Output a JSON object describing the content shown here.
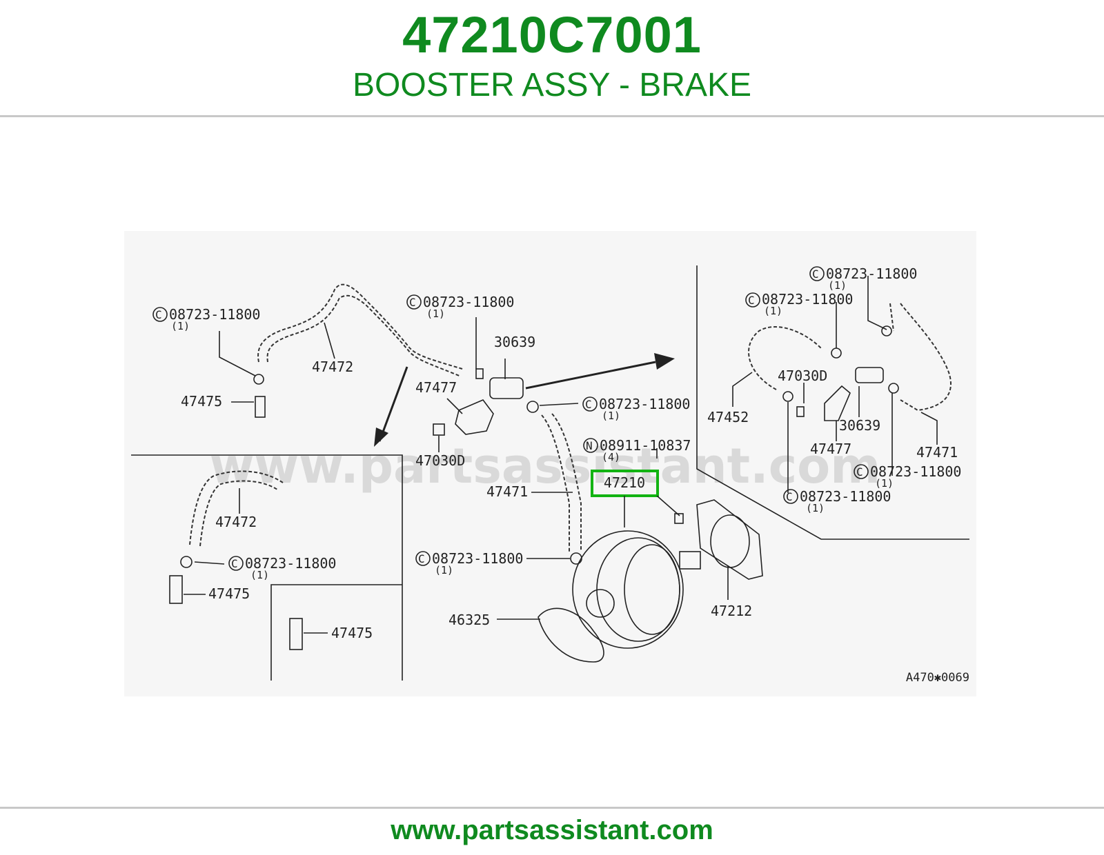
{
  "header": {
    "part_number": "47210C7001",
    "part_description": "BOOSTER ASSY - BRAKE"
  },
  "diagram": {
    "watermark": "www.partsassistant.com",
    "drawing_code": "A470✱0069",
    "highlighted_part": "47210",
    "callouts": {
      "c_top_left_code": "08723-11800",
      "c_top_left_qty": "(1)",
      "p47472_top": "47472",
      "c_top_mid_code": "08723-11800",
      "c_top_mid_qty": "(1)",
      "p30639_left": "30639",
      "p47477_left": "47477",
      "p47475_top": "47475",
      "p47030d_left": "47030D",
      "c_mid_code": "08723-11800",
      "c_mid_qty": "(1)",
      "n_code": "08911-10837",
      "n_qty": "(4)",
      "p47471_left": "47471",
      "c_lower_code": "08723-11800",
      "c_lower_qty": "(1)",
      "p46325": "46325",
      "p47212": "47212",
      "inset_p47472": "47472",
      "inset_c_code": "08723-11800",
      "inset_c_qty": "(1)",
      "inset_p47475": "47475",
      "inset2_p47475": "47475",
      "r_c1_code": "08723-11800",
      "r_c1_qty": "(1)",
      "r_c2_code": "08723-11800",
      "r_c2_qty": "(1)",
      "r_p47030d": "47030D",
      "r_p47452": "47452",
      "r_p30639": "30639",
      "r_p47477": "47477",
      "r_p47471": "47471",
      "r_c3_code": "08723-11800",
      "r_c3_qty": "(1)",
      "r_c4_code": "08723-11800",
      "r_c4_qty": "(1)"
    }
  },
  "footer": {
    "url": "www.partsassistant.com"
  },
  "colors": {
    "brand_green": "#0f8a1f",
    "highlight_green": "#12b312",
    "rule_gray": "#c8c8c8"
  }
}
